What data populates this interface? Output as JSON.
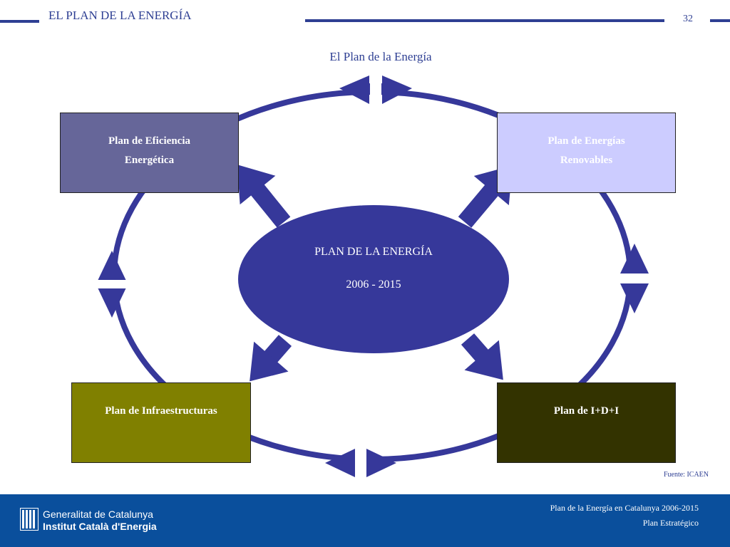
{
  "header": {
    "title": "EL PLAN DE LA ENERGÍA",
    "page_number": "32",
    "accent_color": "#2e3f93"
  },
  "diagram": {
    "title": "El Plan de la Energía",
    "center": {
      "line1": "PLAN DE LA ENERGÍA",
      "line2": "2006 - 2015",
      "fill": "#36389a"
    },
    "boxes": {
      "top_left": {
        "line1": "Plan de Eficiencia",
        "line2": "Energética",
        "fill": "#666699",
        "text_color": "#ffffff"
      },
      "top_right": {
        "line1": "Plan de Energías",
        "line2": "Renovables",
        "fill": "#ccccff",
        "text_color": "#ffffff"
      },
      "bottom_left": {
        "label": "Plan de Infraestructuras",
        "fill": "#808000",
        "text_color": "#ffffff"
      },
      "bottom_right": {
        "label": "Plan de I+D+I",
        "fill": "#333300",
        "text_color": "#ffffff"
      }
    },
    "source": "Fuente: ICAEN"
  },
  "footer": {
    "logo_line1": "Generalitat de Catalunya",
    "logo_line2": "Institut Català d'Energia",
    "right_line1": "Plan de la Energía en Catalunya 2006-2015",
    "right_line2": "Plan Estratégico",
    "background": "#0a4f9c"
  }
}
